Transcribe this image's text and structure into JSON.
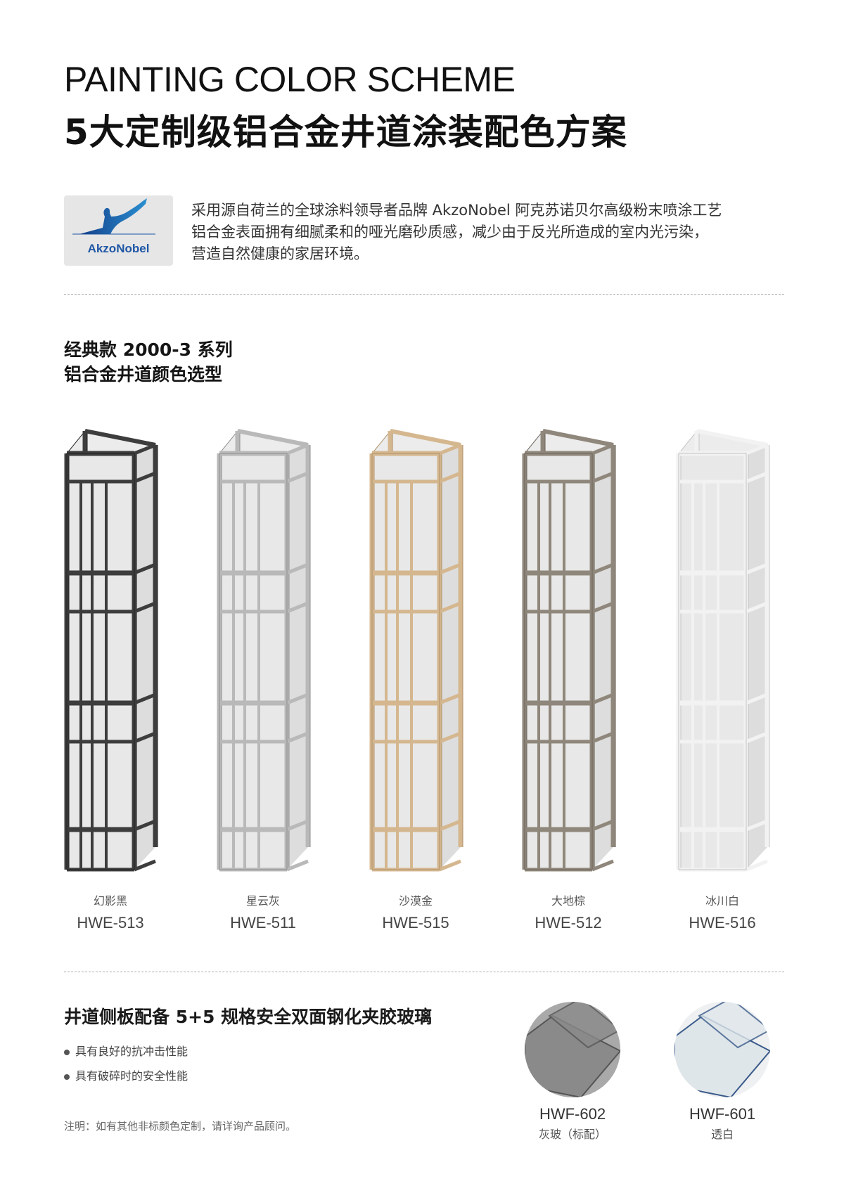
{
  "header": {
    "title_en": "PAINTING COLOR SCHEME",
    "title_cn": "5大定制级铝合金井道涂装配色方案"
  },
  "brand": {
    "logo_text": "AkzoNobel",
    "logo_color": "#1f57a5",
    "intro_lines": [
      "采用源自荷兰的全球涂料领导者品牌 AkzoNobel 阿克苏诺贝尔高级粉末喷涂工艺",
      "铝合金表面拥有细腻柔和的哑光磨砂质感，减少由于反光所造成的室内光污染，",
      "营造自然健康的家居环境。"
    ]
  },
  "series": {
    "line1": "经典款 2000-3 系列",
    "line2": "铝合金井道颜色选型"
  },
  "colors": [
    {
      "name": "幻影黑",
      "code": "HWE-513",
      "frame": "#3d3d3d",
      "edge": "#222222"
    },
    {
      "name": "星云灰",
      "code": "HWE-511",
      "frame": "#b9b9b9",
      "edge": "#8f8f8f"
    },
    {
      "name": "沙漠金",
      "code": "HWE-515",
      "frame": "#d5b78f",
      "edge": "#b0916a"
    },
    {
      "name": "大地棕",
      "code": "HWE-512",
      "frame": "#8f877b",
      "edge": "#6c655b"
    },
    {
      "name": "冰川白",
      "code": "HWE-516",
      "frame": "#f2f2f2",
      "edge": "#c4c4c4"
    }
  ],
  "glass_section": {
    "heading": "井道侧板配备 5+5 规格安全双面钢化夹胶玻璃",
    "bullets": [
      "具有良好的抗冲击性能",
      "具有破碎时的安全性能"
    ],
    "note": "注明：如有其他非标颜色定制，请详询产品顾问。",
    "options": [
      {
        "code": "HWF-602",
        "name": "灰玻（标配）",
        "tint": "#8a8a8a"
      },
      {
        "code": "HWF-601",
        "name": "透白",
        "tint": "#dfe6ea"
      }
    ]
  }
}
